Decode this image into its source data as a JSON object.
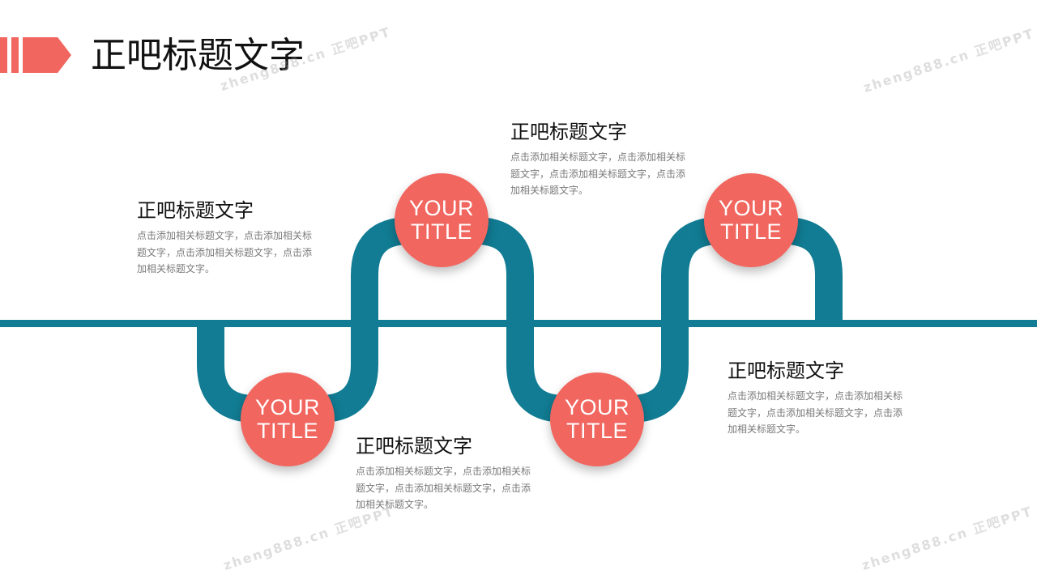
{
  "header": {
    "title": "正吧标题文字"
  },
  "colors": {
    "accent": "#f1665f",
    "line": "#117c93",
    "title_text": "#111111",
    "body_text": "#7a7a7a"
  },
  "nodes": [
    {
      "line1": "YOUR",
      "line2": "TITLE"
    },
    {
      "line1": "YOUR",
      "line2": "TITLE"
    },
    {
      "line1": "YOUR",
      "line2": "TITLE"
    },
    {
      "line1": "YOUR",
      "line2": "TITLE"
    }
  ],
  "blocks": [
    {
      "title": "正吧标题文字",
      "body": "点击添加相关标题文字，点击添加相关标题文字，点击添加相关标题文字，点击添加相关标题文字。"
    },
    {
      "title": "正吧标题文字",
      "body": "点击添加相关标题文字，点击添加相关标题文字，点击添加相关标题文字，点击添加相关标题文字。"
    },
    {
      "title": "正吧标题文字",
      "body": "点击添加相关标题文字，点击添加相关标题文字，点击添加相关标题文字，点击添加相关标题文字。"
    },
    {
      "title": "正吧标题文字",
      "body": "点击添加相关标题文字，点击添加相关标题文字，点击添加相关标题文字，点击添加相关标题文字。"
    }
  ],
  "watermarks": [
    "zheng888.cn 正吧PPT",
    "zheng888.cn 正吧PPT",
    "zheng888.cn 正吧PPT",
    "zheng888.cn 正吧PPT"
  ]
}
